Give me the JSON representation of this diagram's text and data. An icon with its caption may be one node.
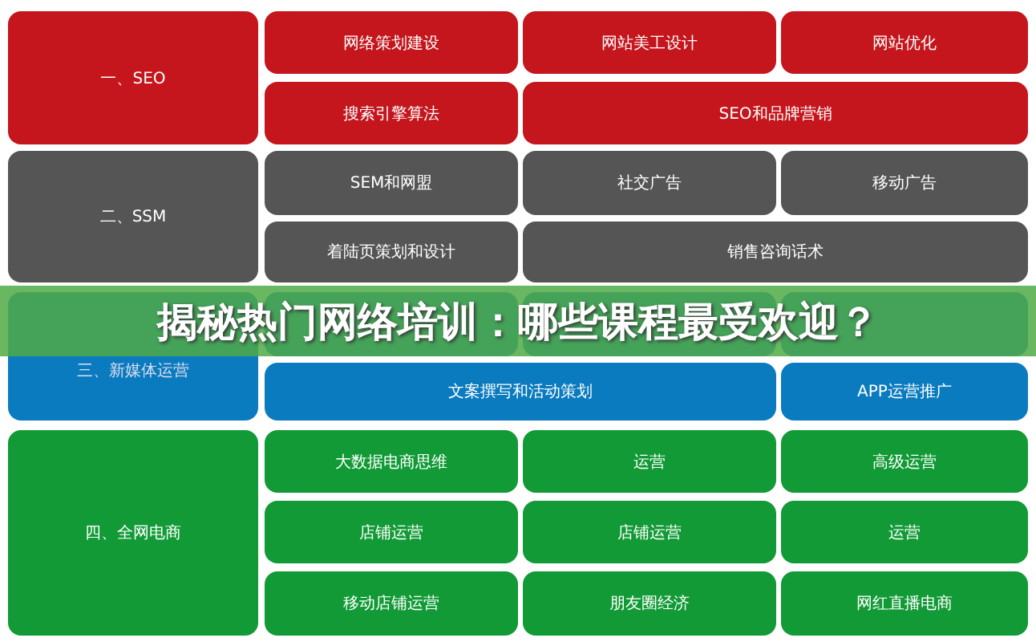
{
  "diagram": {
    "title": "揭秘热门网络培训：哪些课程最受欢迎？",
    "nodes": [
      {
        "text": [
          "一、SEO"
        ]
      },
      {
        "text": [
          "网络策划建设"
        ]
      },
      {
        "text": [
          "网站美工设计"
        ]
      },
      {
        "text": [
          "网站优化"
        ]
      },
      {
        "text": [
          "搜索引擎算法"
        ]
      },
      {
        "text": [
          "SEO和品牌营销"
        ]
      },
      {
        "text": [
          "二、SSM"
        ]
      },
      {
        "text": [
          "SEM和网盟"
        ]
      },
      {
        "text": [
          "社交广告"
        ]
      },
      {
        "text": [
          "移动广告"
        ]
      },
      {
        "text": [
          "着陆页策划和设计"
        ]
      },
      {
        "text": [
          "销售咨询话术"
        ]
      },
      {
        "text": [
          "三、新媒体运营"
        ]
      },
      {
        "text": [],
        "shape": "box"
      },
      {
        "text": [],
        "shape": "box"
      },
      {
        "text": [],
        "shape": "box"
      },
      {
        "text": [
          "文案撰写和活动策划"
        ]
      },
      {
        "text": [
          "APP运营推广"
        ]
      },
      {
        "text": [
          "四、全网电商"
        ]
      },
      {
        "text": [
          "大数据电商思维"
        ]
      },
      {
        "text": [
          "运营"
        ]
      },
      {
        "text": [
          "高级运营"
        ]
      },
      {
        "text": [
          "店铺运营"
        ]
      },
      {
        "text": [
          "店铺运营"
        ]
      },
      {
        "text": [
          "运营"
        ]
      },
      {
        "text": [
          "移动店铺运营"
        ]
      },
      {
        "text": [
          "朋友圈经济"
        ]
      },
      {
        "text": [
          "网红直播电商"
        ]
      }
    ],
    "edges": []
  }
}
